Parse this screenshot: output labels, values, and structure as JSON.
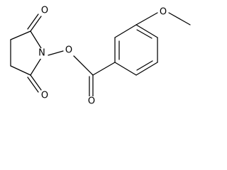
{
  "molecule": {
    "atoms": {
      "ketone_oxygen_top": "O",
      "ketone_oxygen_bottom": "O",
      "imide_nitrogen": "N",
      "n_oxygen": "O",
      "carbonyl_oxygen": "O",
      "methoxy_oxygen": "O"
    }
  }
}
